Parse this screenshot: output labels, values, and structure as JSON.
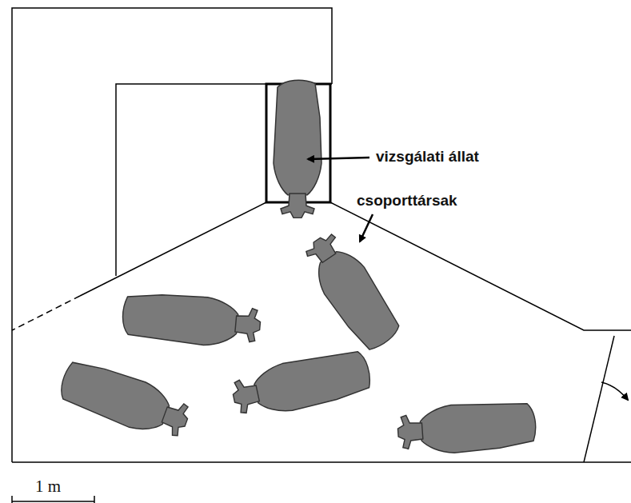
{
  "diagram": {
    "labels": [
      "vizsgálati állat",
      "csoporttársak",
      "1 m"
    ]
  }
}
